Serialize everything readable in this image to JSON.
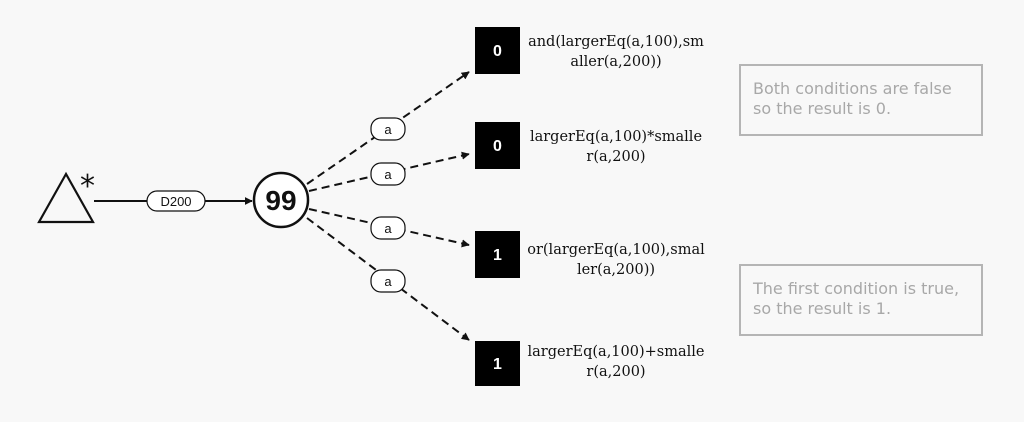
{
  "source": {
    "name": "source-triangle",
    "star": "*"
  },
  "input_edge": {
    "label": "D200"
  },
  "value_node": {
    "label": "99"
  },
  "branch_edge_label": "a",
  "outputs": [
    {
      "value": "0",
      "expr_lines": [
        "and(largerEq(a,100),sm",
        "aller(a,200))"
      ]
    },
    {
      "value": "0",
      "expr_lines": [
        "largerEq(a,100)*smalle",
        "r(a,200)"
      ]
    },
    {
      "value": "1",
      "expr_lines": [
        "or(largerEq(a,100),smal",
        "ler(a,200))"
      ]
    },
    {
      "value": "1",
      "expr_lines": [
        "largerEq(a,100)+smalle",
        "r(a,200)"
      ]
    }
  ],
  "notes": [
    {
      "text": "Both conditions are false so the result is 0."
    },
    {
      "text": "The first condition is true, so the result is 1."
    }
  ],
  "colors": {
    "background": "#f8f8f8",
    "output_box": "#000000",
    "output_text": "#ffffff",
    "note_border": "#b5b5b5",
    "note_text": "#a8a8a8"
  }
}
